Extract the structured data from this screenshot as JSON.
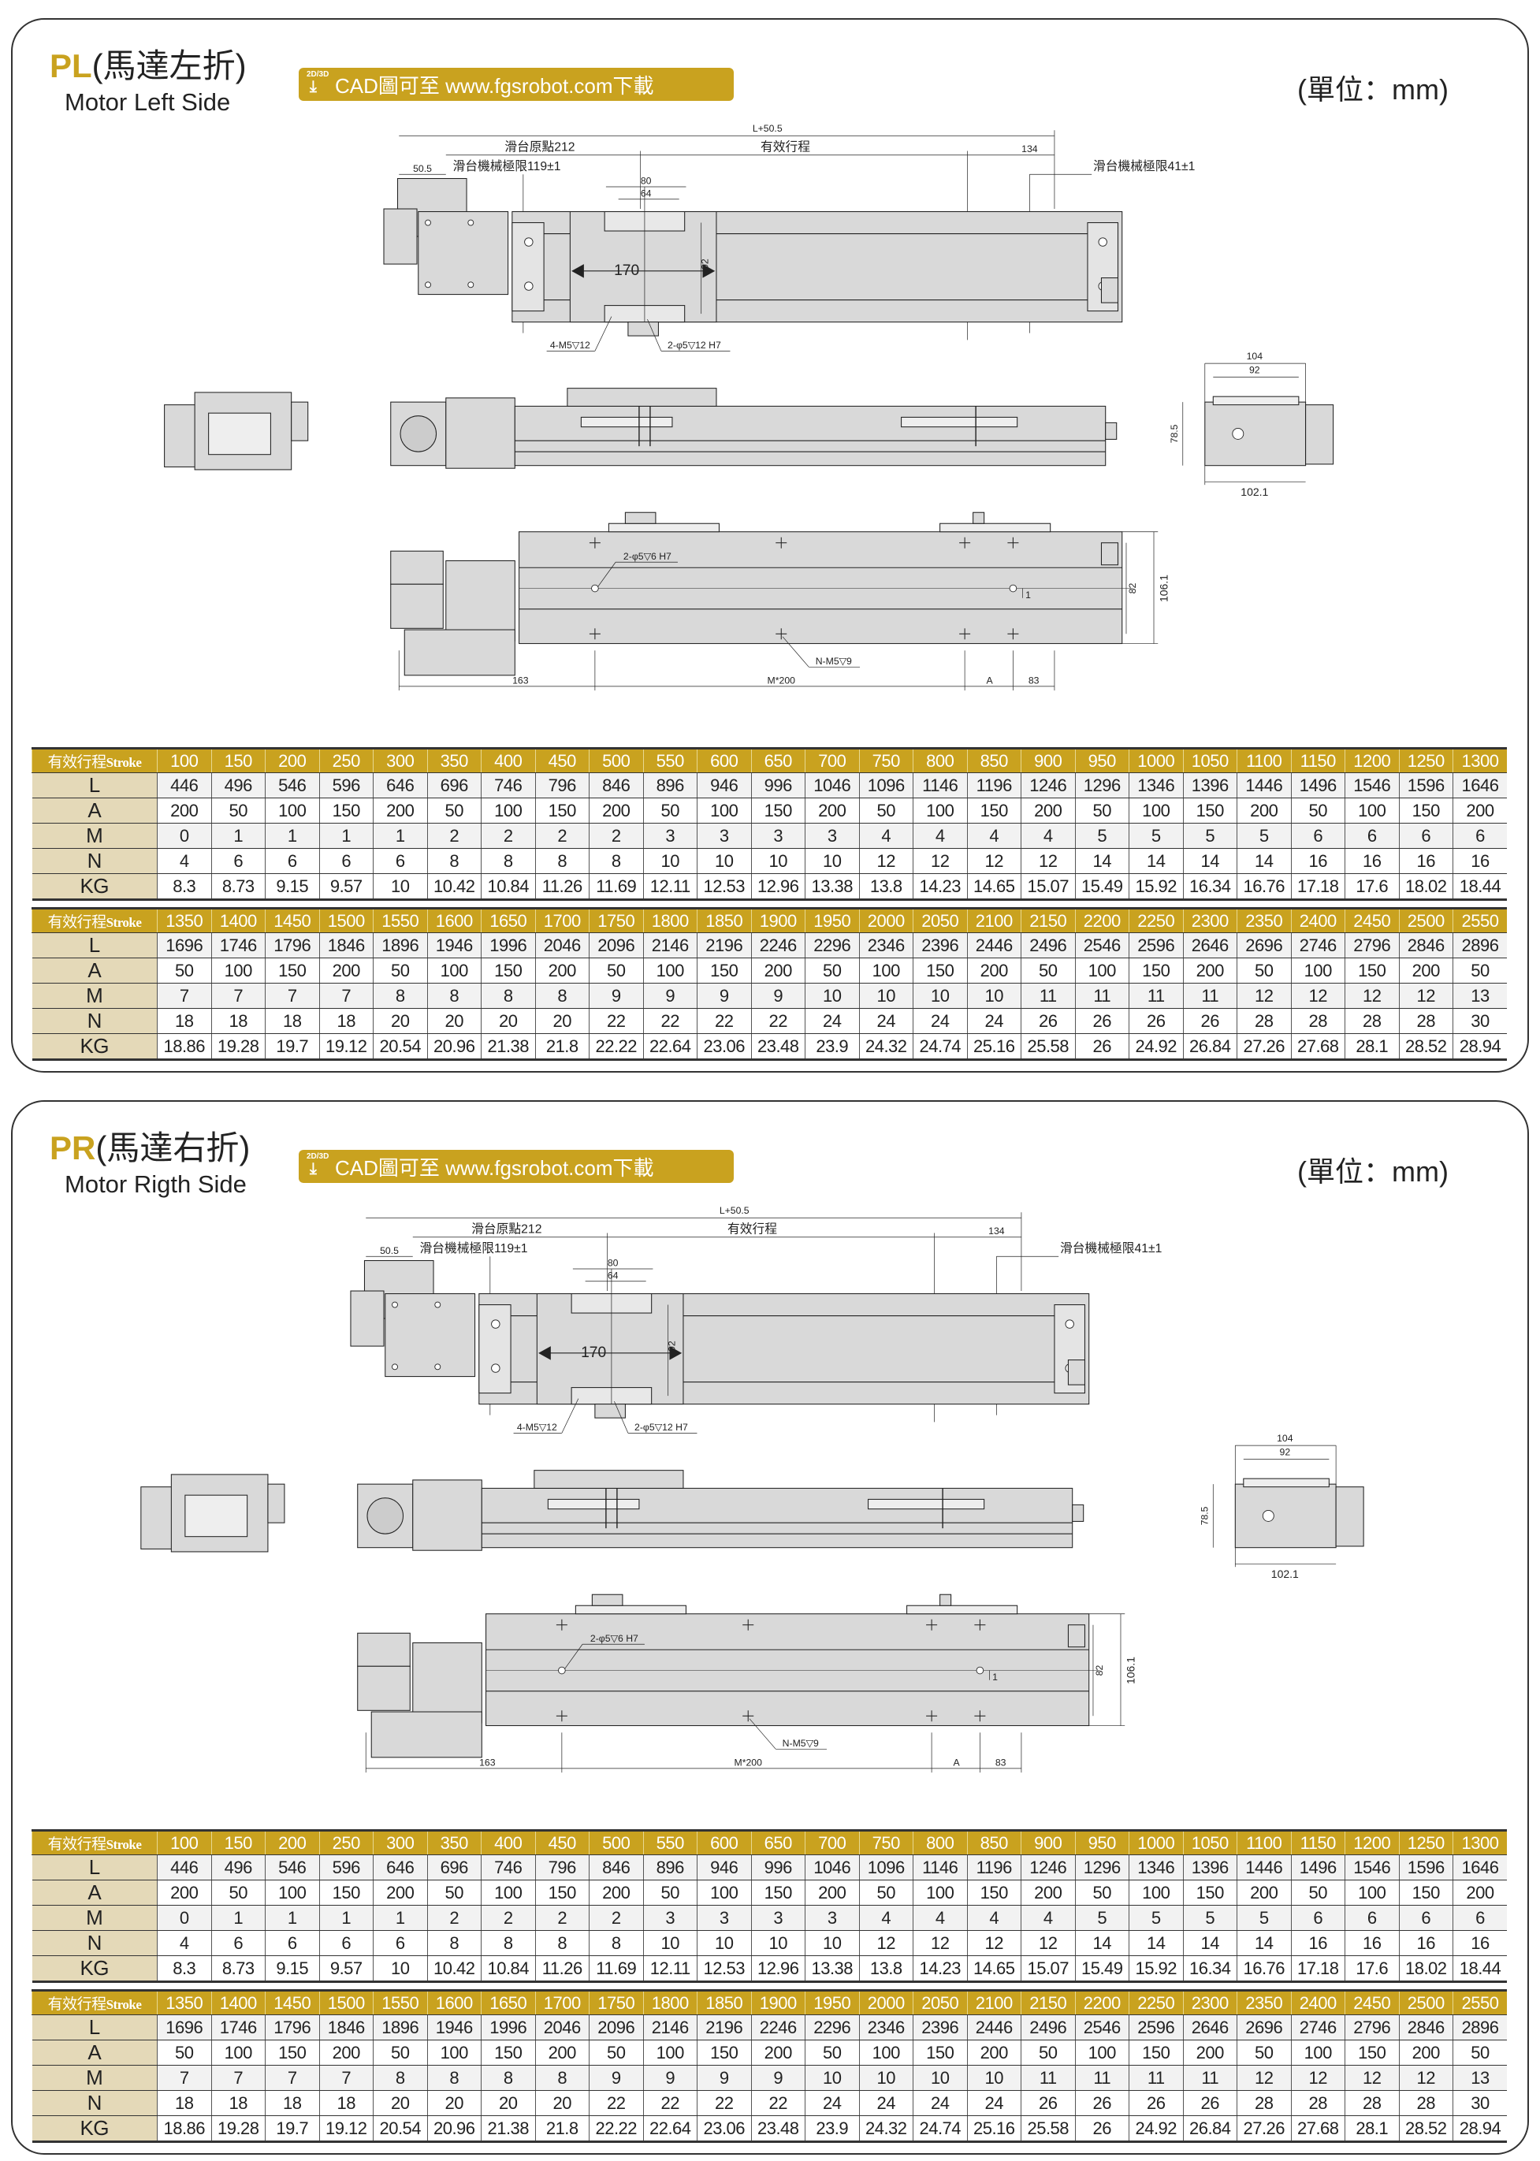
{
  "panels": [
    {
      "code": "PL",
      "name_cn": "(馬達左折)",
      "name_en": "Motor Left Side",
      "cad_tag": "2D/3D",
      "cad_text": "CAD圖可至 www.fgsrobot.com下載",
      "unit": "(單位：mm)",
      "drawing": {
        "total_length": "L+50.5",
        "origin": "滑台原點212",
        "stroke": "有效行程",
        "end_len": "134",
        "limit_left": "滑台機械極限119±1",
        "motor_offset": "50.5",
        "limit_right": "滑台機械極限41±1",
        "w80": "80",
        "w64": "64",
        "w170": "170",
        "h92": "92",
        "tap_holes": "4-M5▽12",
        "pin_holes": "2-φ5▽12 H7",
        "end_w104": "104",
        "end_w92": "92",
        "end_h": "78.5",
        "end_w": "102.1",
        "bottom_pins": "2-φ5▽6 H7",
        "bottom_taps": "N-M5▽9",
        "b163": "163",
        "pitch": "M*200",
        "a": "A",
        "b83": "83",
        "h82": "82",
        "h106": "106.1",
        "one": "1"
      }
    },
    {
      "code": "PR",
      "name_cn": "(馬達右折)",
      "name_en": "Motor Rigth Side",
      "cad_tag": "2D/3D",
      "cad_text": "CAD圖可至 www.fgsrobot.com下載",
      "unit": "(單位：mm)",
      "drawing": {
        "total_length": "L+50.5",
        "origin": "滑台原點212",
        "stroke": "有效行程",
        "end_len": "134",
        "limit_left": "滑台機械極限119±1",
        "motor_offset": "50.5",
        "limit_right": "滑台機械極限41±1",
        "w80": "80",
        "w64": "64",
        "w170": "170",
        "h92": "92",
        "tap_holes": "4-M5▽12",
        "pin_holes": "2-φ5▽12 H7",
        "end_w104": "104",
        "end_w92": "92",
        "end_h": "78.5",
        "end_w": "102.1",
        "bottom_pins": "2-φ5▽6 H7",
        "bottom_taps": "N-M5▽9",
        "b163": "163",
        "pitch": "M*200",
        "a": "A",
        "b83": "83",
        "h82": "82",
        "h106": "106.1",
        "one": "1"
      }
    }
  ],
  "table_labels": {
    "stroke_cn": "有效行程",
    "stroke_en": "Stroke",
    "rows": [
      "L",
      "A",
      "M",
      "N",
      "KG"
    ]
  },
  "tables": [
    {
      "stroke": [
        "100",
        "150",
        "200",
        "250",
        "300",
        "350",
        "400",
        "450",
        "500",
        "550",
        "600",
        "650",
        "700",
        "750",
        "800",
        "850",
        "900",
        "950",
        "1000",
        "1050",
        "1100",
        "1150",
        "1200",
        "1250",
        "1300"
      ],
      "L": [
        "446",
        "496",
        "546",
        "596",
        "646",
        "696",
        "746",
        "796",
        "846",
        "896",
        "946",
        "996",
        "1046",
        "1096",
        "1146",
        "1196",
        "1246",
        "1296",
        "1346",
        "1396",
        "1446",
        "1496",
        "1546",
        "1596",
        "1646"
      ],
      "A": [
        "200",
        "50",
        "100",
        "150",
        "200",
        "50",
        "100",
        "150",
        "200",
        "50",
        "100",
        "150",
        "200",
        "50",
        "100",
        "150",
        "200",
        "50",
        "100",
        "150",
        "200",
        "50",
        "100",
        "150",
        "200"
      ],
      "M": [
        "0",
        "1",
        "1",
        "1",
        "1",
        "2",
        "2",
        "2",
        "2",
        "3",
        "3",
        "3",
        "3",
        "4",
        "4",
        "4",
        "4",
        "5",
        "5",
        "5",
        "5",
        "6",
        "6",
        "6",
        "6"
      ],
      "N": [
        "4",
        "6",
        "6",
        "6",
        "6",
        "8",
        "8",
        "8",
        "8",
        "10",
        "10",
        "10",
        "10",
        "12",
        "12",
        "12",
        "12",
        "14",
        "14",
        "14",
        "14",
        "16",
        "16",
        "16",
        "16"
      ],
      "KG": [
        "8.3",
        "8.73",
        "9.15",
        "9.57",
        "10",
        "10.42",
        "10.84",
        "11.26",
        "11.69",
        "12.11",
        "12.53",
        "12.96",
        "13.38",
        "13.8",
        "14.23",
        "14.65",
        "15.07",
        "15.49",
        "15.92",
        "16.34",
        "16.76",
        "17.18",
        "17.6",
        "18.02",
        "18.44"
      ]
    },
    {
      "stroke": [
        "1350",
        "1400",
        "1450",
        "1500",
        "1550",
        "1600",
        "1650",
        "1700",
        "1750",
        "1800",
        "1850",
        "1900",
        "1950",
        "2000",
        "2050",
        "2100",
        "2150",
        "2200",
        "2250",
        "2300",
        "2350",
        "2400",
        "2450",
        "2500",
        "2550"
      ],
      "L": [
        "1696",
        "1746",
        "1796",
        "1846",
        "1896",
        "1946",
        "1996",
        "2046",
        "2096",
        "2146",
        "2196",
        "2246",
        "2296",
        "2346",
        "2396",
        "2446",
        "2496",
        "2546",
        "2596",
        "2646",
        "2696",
        "2746",
        "2796",
        "2846",
        "2896"
      ],
      "A": [
        "50",
        "100",
        "150",
        "200",
        "50",
        "100",
        "150",
        "200",
        "50",
        "100",
        "150",
        "200",
        "50",
        "100",
        "150",
        "200",
        "50",
        "100",
        "150",
        "200",
        "50",
        "100",
        "150",
        "200",
        "50"
      ],
      "M": [
        "7",
        "7",
        "7",
        "7",
        "8",
        "8",
        "8",
        "8",
        "9",
        "9",
        "9",
        "9",
        "10",
        "10",
        "10",
        "10",
        "11",
        "11",
        "11",
        "11",
        "12",
        "12",
        "12",
        "12",
        "13"
      ],
      "N": [
        "18",
        "18",
        "18",
        "18",
        "20",
        "20",
        "20",
        "20",
        "22",
        "22",
        "22",
        "22",
        "24",
        "24",
        "24",
        "24",
        "26",
        "26",
        "26",
        "26",
        "28",
        "28",
        "28",
        "28",
        "30"
      ],
      "KG": [
        "18.86",
        "19.28",
        "19.7",
        "19.12",
        "20.54",
        "20.96",
        "21.38",
        "21.8",
        "22.22",
        "22.64",
        "23.06",
        "23.48",
        "23.9",
        "24.32",
        "24.74",
        "25.16",
        "25.58",
        "26",
        "24.92",
        "26.84",
        "27.26",
        "27.68",
        "28.1",
        "28.52",
        "28.94"
      ]
    }
  ],
  "colors": {
    "gold": "#c9a21f",
    "tan": "#e4d9b8",
    "part": "#d9d9d9"
  }
}
